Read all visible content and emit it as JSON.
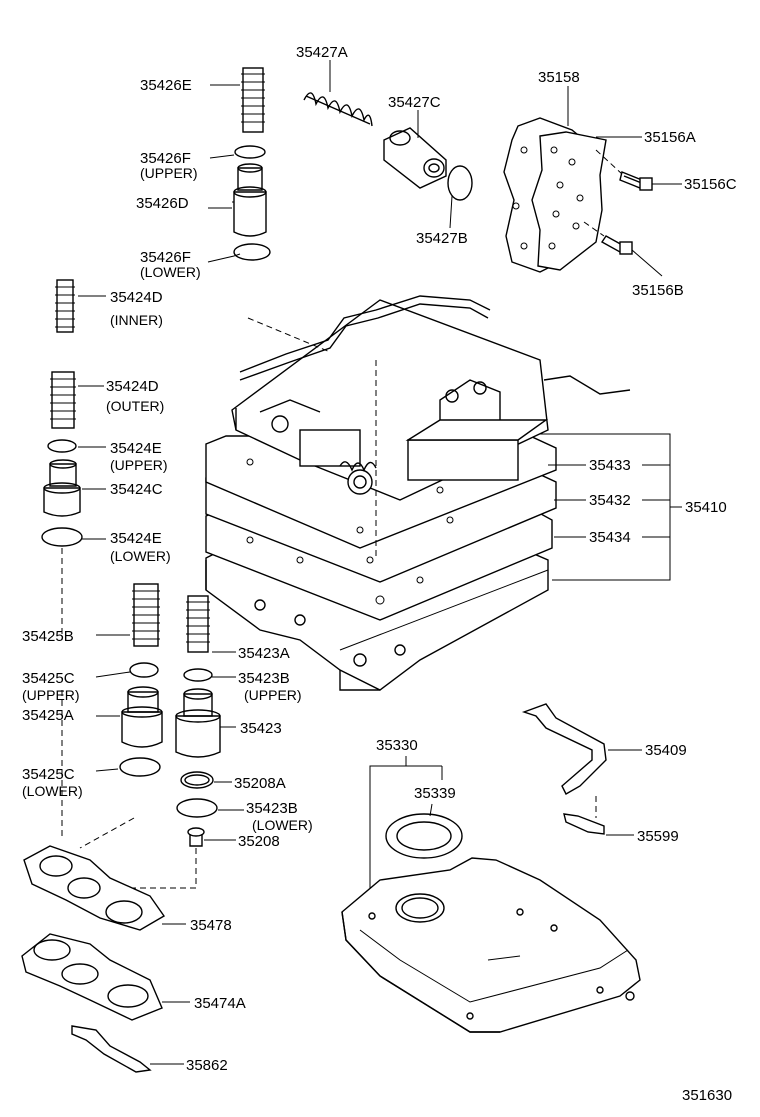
{
  "diagram": {
    "code": "351630",
    "labels": {
      "p35427A": "35427A",
      "p35426E": "35426E",
      "p35427C": "35427C",
      "p35158": "35158",
      "p35156A": "35156A",
      "p35426F_u": "35426F",
      "upper1": "(UPPER)",
      "p35156C": "35156C",
      "p35426D": "35426D",
      "p35427B": "35427B",
      "p35426F_l": "35426F",
      "lower1": "(LOWER)",
      "p35156B": "35156B",
      "p35424D_in": "35424D",
      "inner": "(INNER)",
      "p35424D_out": "35424D",
      "outer": "(OUTER)",
      "p35424E_u": "35424E",
      "upper2": "(UPPER)",
      "p35433": "35433",
      "p35424C": "35424C",
      "p35432": "35432",
      "p35410": "35410",
      "p35424E_l": "35424E",
      "lower2": "(LOWER)",
      "p35434": "35434",
      "p35425B": "35425B",
      "p35423A": "35423A",
      "p35425C_u": "35425C",
      "p35423B_u": "35423B",
      "upper3": "(UPPER)",
      "upper4": "(UPPER)",
      "p35425A": "35425A",
      "p35423": "35423",
      "p35330": "35330",
      "p35409": "35409",
      "p35425C_l": "35425C",
      "lower3": "(LOWER)",
      "p35208A": "35208A",
      "p35339": "35339",
      "p35423B_l": "35423B",
      "lower4": "(LOWER)",
      "p35208": "35208",
      "p35599": "35599",
      "p35478": "35478",
      "p35474A": "35474A",
      "p35862": "35862"
    }
  }
}
